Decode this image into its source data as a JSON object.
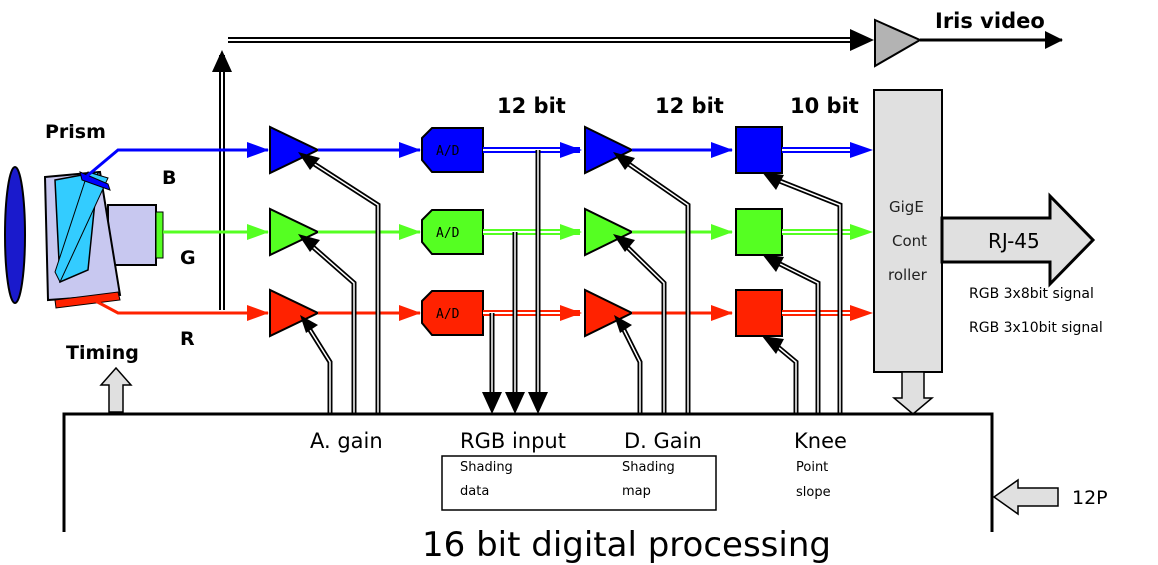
{
  "labels": {
    "iris_video": "Iris video",
    "prism": "Prism",
    "b": "B",
    "g": "G",
    "r": "R",
    "timing": "Timing",
    "bit12_a": "12 bit",
    "bit12_b": "12 bit",
    "bit10": "10 bit",
    "ad_b": "A/D",
    "ad_g": "A/D",
    "ad_r": "A/D",
    "gige_1": "GigE",
    "gige_2": "Cont",
    "gige_3": "roller",
    "rj45": "RJ-45",
    "rgb8": "RGB 3x8bit signal",
    "rgb10": "RGB 3x10bit signal",
    "a_gain": "A. gain",
    "rgb_input": "RGB input",
    "d_gain": "D. Gain",
    "knee": "Knee",
    "shading_1a": "Shading",
    "shading_1b": "data",
    "shading_2a": "Shading",
    "shading_2b": "map",
    "knee_point": "Point",
    "knee_slope": "slope",
    "port_12p": "12P",
    "processing": "16 bit digital processing"
  },
  "colors": {
    "blue": "#0000ff",
    "green": "#55ff22",
    "red": "#ff2200",
    "iris_amp": "#b3b3b3",
    "controller": "#e0e0e0",
    "lens": "#1a1acc",
    "prism_cyan": "#33ccff",
    "prism_lavender": "#c8c8f0"
  }
}
